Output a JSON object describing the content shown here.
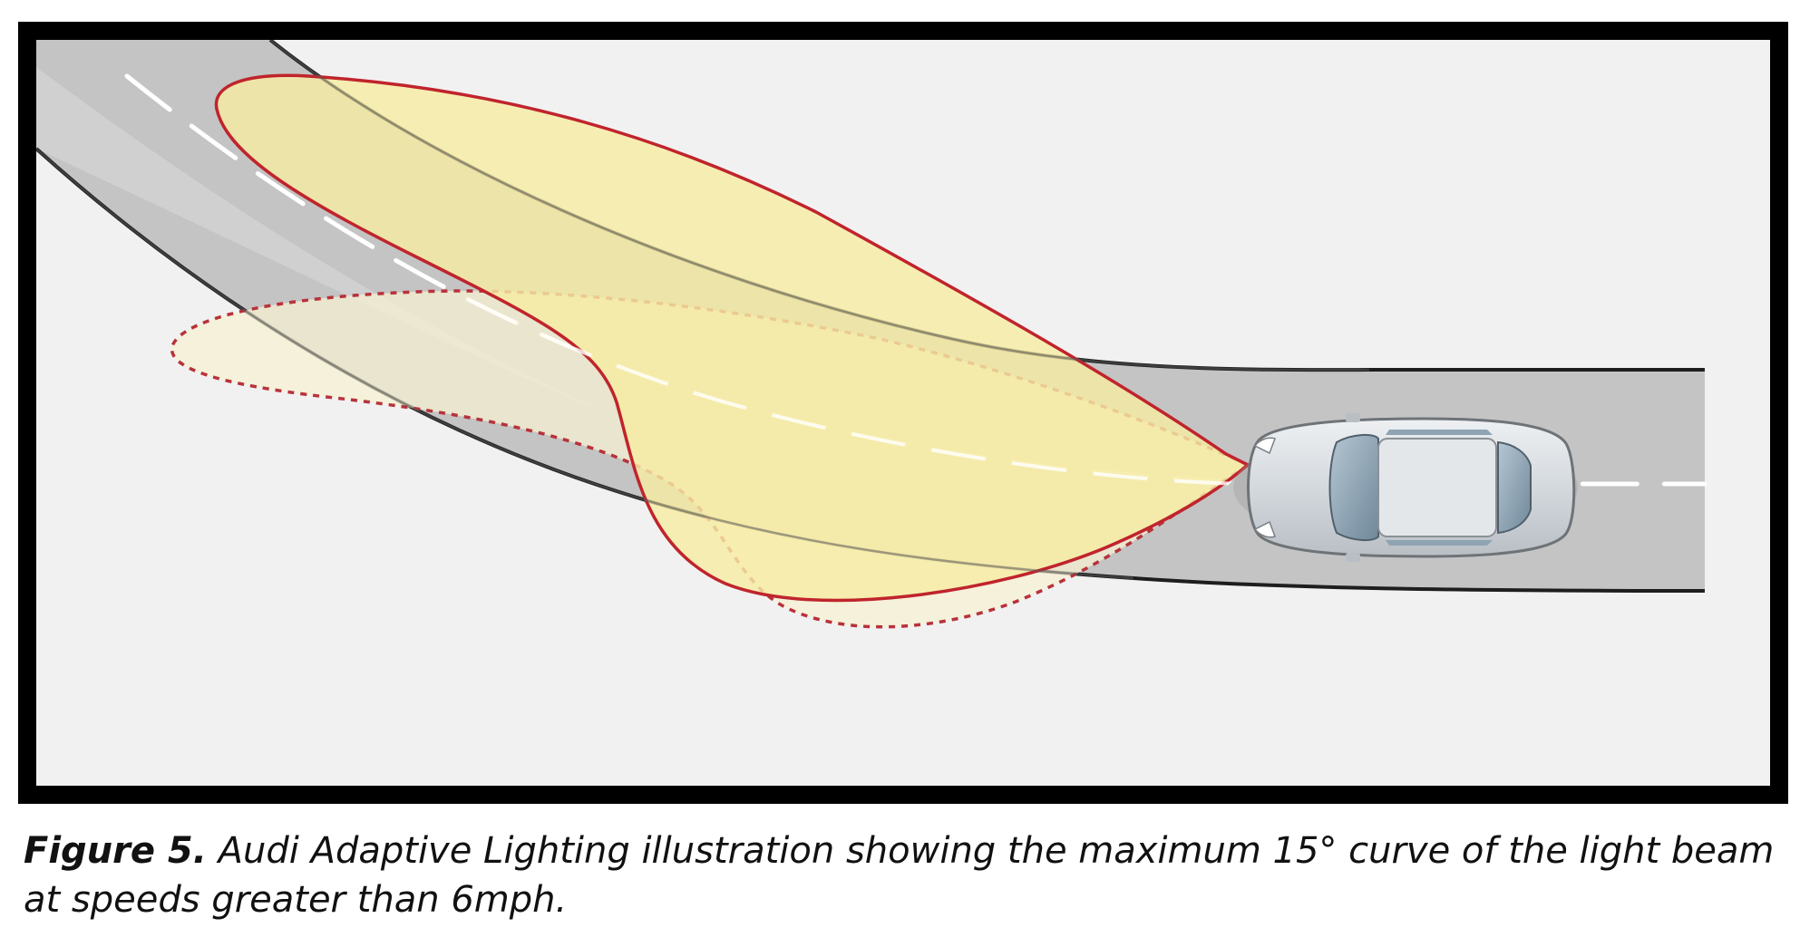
{
  "figure": {
    "label": "Figure 5.",
    "caption": " Audi Adaptive Lighting illustration showing the maximum 15° curve of the light beam at speeds greater than 6mph."
  },
  "colors": {
    "frame": "#000000",
    "background": "#f1f1f1",
    "road": "#c4c4c4",
    "road_edge": "#1e1e1e",
    "lane_marking": "#ffffff",
    "beam_active_fill": "#f7eca4",
    "beam_active_outline": "#c0242c",
    "beam_base_fill": "#f6f0d2",
    "beam_base_outline": "#b8323a",
    "car_body": "#d9dde1",
    "car_glass": "#8fa4b3"
  },
  "elements": {
    "road": "curved-road",
    "car": "car-top-view",
    "beam_swivelled": "headlight-beam-swivelled",
    "beam_standard": "headlight-beam-standard"
  }
}
